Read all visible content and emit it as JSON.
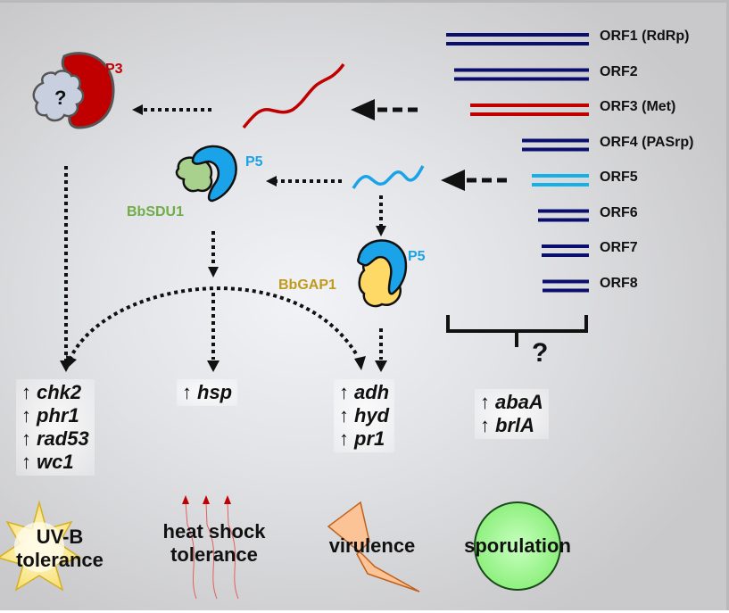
{
  "orfs": [
    {
      "label": "ORF1 (RdRp)",
      "color": "#0a0f6e"
    },
    {
      "label": "ORF2",
      "color": "#0a0f6e"
    },
    {
      "label": "ORF3 (Met)",
      "color": "#c00000"
    },
    {
      "label": "ORF4 (PASrp)",
      "color": "#0a0f6e"
    },
    {
      "label": "ORF5",
      "color": "#14b0e8"
    },
    {
      "label": "ORF6",
      "color": "#0a0f6e"
    },
    {
      "label": "ORF7",
      "color": "#0a0f6e"
    },
    {
      "label": "ORF8",
      "color": "#0a0f6e"
    }
  ],
  "proteins": {
    "p3": {
      "label": "P3",
      "color": "#c00000",
      "partner_label": "?"
    },
    "p5_sdu": {
      "label": "P5",
      "color": "#1aa3e8"
    },
    "sdu1": {
      "label": "BbSDU1",
      "color": "#70ad47"
    },
    "p5_gap": {
      "label": "P5",
      "color": "#1aa3e8"
    },
    "gap1": {
      "label": "BbGAP1",
      "color": "#c09a1a"
    }
  },
  "unknown_bracket_label": "?",
  "gene_groups": {
    "uv": [
      {
        "arrow": "↑",
        "gene": "chk2"
      },
      {
        "arrow": "↑",
        "gene": "phr1"
      },
      {
        "arrow": "↑",
        "gene": "rad53"
      },
      {
        "arrow": "↑",
        "gene": "wc1"
      }
    ],
    "heat": [
      {
        "arrow": "↑",
        "gene": "hsp"
      }
    ],
    "virulence": [
      {
        "arrow": "↑",
        "gene": "adh"
      },
      {
        "arrow": "↑",
        "gene": "hyd"
      },
      {
        "arrow": "↑",
        "gene": "pr1"
      }
    ],
    "sporulation": [
      {
        "arrow": "↑",
        "gene": "abaA"
      },
      {
        "arrow": "↑",
        "gene": "brlA"
      }
    ]
  },
  "phenotypes": {
    "uv": {
      "line1": "UV-B",
      "line2": "tolerance"
    },
    "heat": {
      "line1": "heat shock",
      "line2": "tolerance"
    },
    "virulence": {
      "line1": "virulence"
    },
    "sporulation": {
      "line1": "sporulation"
    }
  }
}
